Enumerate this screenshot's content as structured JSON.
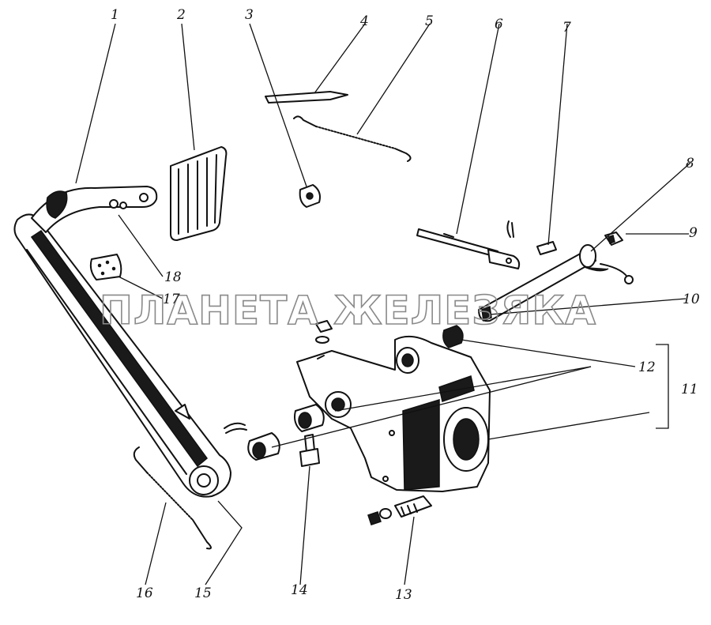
{
  "callouts": [
    "1",
    "2",
    "3",
    "4",
    "5",
    "6",
    "7",
    "8",
    "9",
    "10",
    "11",
    "12",
    "13",
    "14",
    "15",
    "16",
    "17",
    "18"
  ],
  "watermark": "ПЛАНЕТА ЖЕЛЕЗЯКА"
}
